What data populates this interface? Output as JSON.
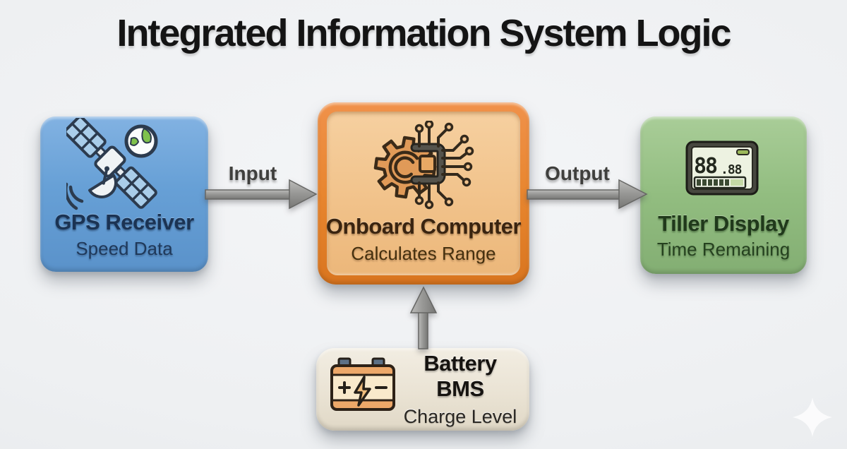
{
  "title": "Integrated Information System Logic",
  "nodes": {
    "gps": {
      "title": "GPS Receiver",
      "subtitle": "Speed Data",
      "color": "#69a2d8"
    },
    "computer": {
      "title": "Onboard Computer",
      "subtitle": "Calculates Range",
      "frame_color": "#e8862f",
      "panel_color": "#f2c48e"
    },
    "display": {
      "title": "Tiller Display",
      "subtitle": "Time Remaining",
      "color": "#97c086"
    },
    "battery": {
      "title": "Battery BMS",
      "subtitle": "Charge Level",
      "color": "#ebe4d6"
    }
  },
  "arrows": {
    "input": {
      "label": "Input",
      "from": "GPS Receiver",
      "to": "Onboard Computer"
    },
    "output": {
      "label": "Output",
      "from": "Onboard Computer",
      "to": "Tiller Display"
    },
    "battery_feed": {
      "from": "Battery BMS",
      "to": "Onboard Computer"
    }
  },
  "display_icon": {
    "reading_main": "88",
    "reading_small": ".88"
  },
  "style": {
    "background": "#eef0f2",
    "arrow_color": "#8f8f8d",
    "title_color": "#141414"
  }
}
